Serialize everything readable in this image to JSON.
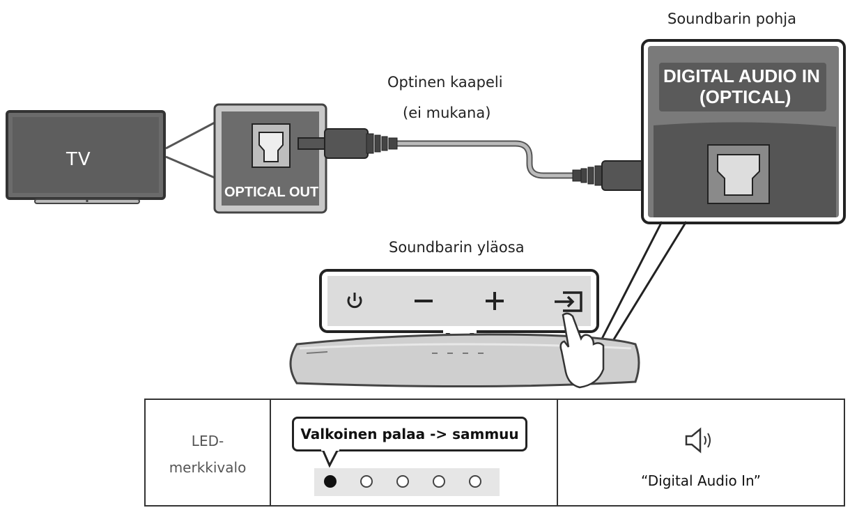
{
  "labels": {
    "tv": "TV",
    "optical_out": "OPTICAL OUT",
    "cable_line1": "Optinen kaapeli",
    "cable_line2": "(ei mukana)",
    "bottom_title": "Soundbarin pohja",
    "digital_line1": "DIGITAL AUDIO IN",
    "digital_line2": "(OPTICAL)",
    "top_title": "Soundbarin yläosa"
  },
  "table": {
    "led_label_line1": "LED-",
    "led_label_line2": "merkkivalo",
    "led_status": "Valkoinen palaa -> sammuu",
    "leds": [
      true,
      false,
      false,
      false,
      false
    ],
    "voice_text": "“Digital Audio In”"
  },
  "icons": [
    "power-icon",
    "minus-icon",
    "plus-icon",
    "source-input-icon",
    "speaker-icon",
    "hand-pointer-icon"
  ]
}
